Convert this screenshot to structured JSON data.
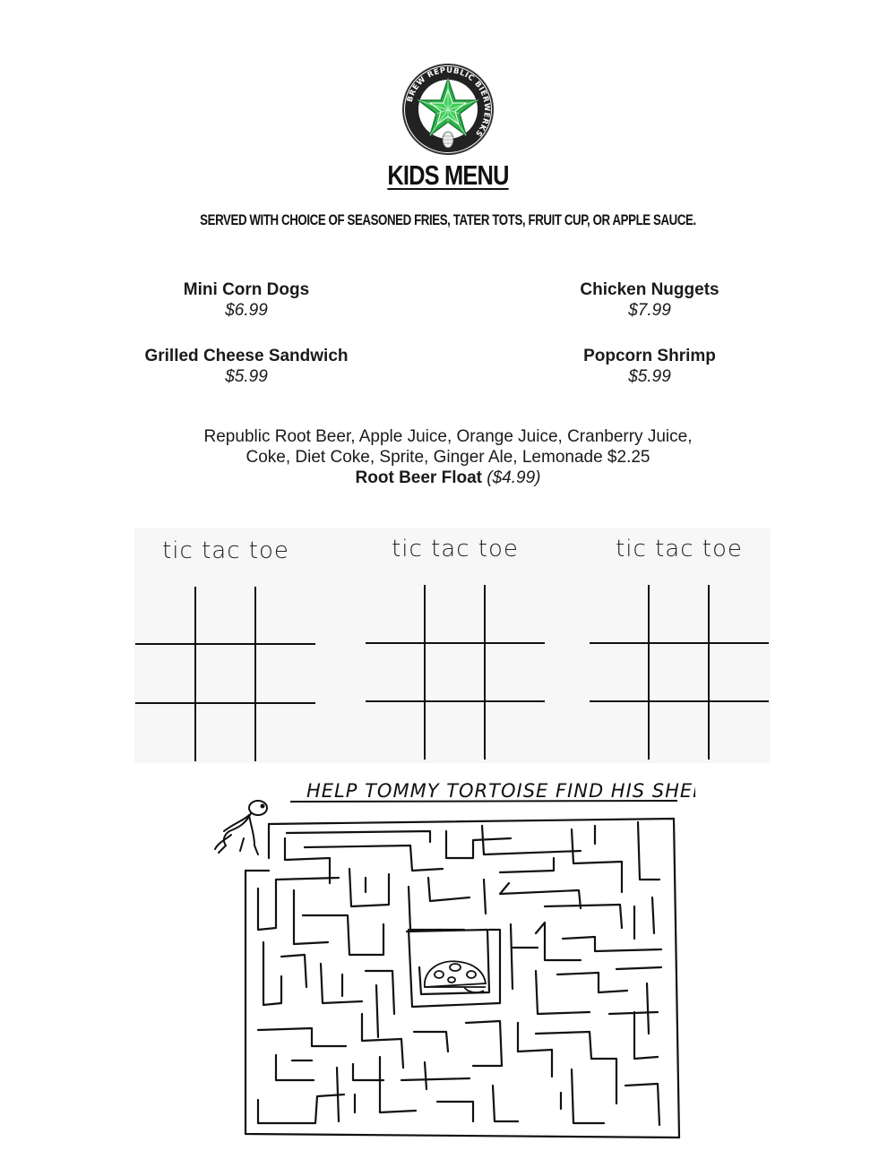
{
  "logo": {
    "text": "BREW REPUBLIC BIERWERKS",
    "colors": {
      "star": "#2db34a",
      "ring": "#ffffff",
      "border": "#333333",
      "hop": "#e6e6e6"
    }
  },
  "menu": {
    "title": "KIDS MENU",
    "subtitle": "SERVED WITH CHOICE OF SEASONED FRIES, TATER TOTS, FRUIT CUP, OR APPLE SAUCE.",
    "items": [
      {
        "name": "Mini Corn Dogs",
        "price": "$6.99"
      },
      {
        "name": "Chicken Nuggets",
        "price": "$7.99"
      },
      {
        "name": "Grilled Cheese Sandwich",
        "price": "$5.99"
      },
      {
        "name": "Popcorn Shrimp",
        "price": "$5.99"
      }
    ]
  },
  "drinks": {
    "line1": "Republic Root Beer, Apple Juice, Orange Juice, Cranberry Juice,",
    "line2": "Coke, Diet Coke, Sprite, Ginger Ale, Lemonade $2.25",
    "float_name": "Root Beer Float",
    "float_price": "($4.99)"
  },
  "games": {
    "tic_tac_toe": [
      "tic tac toe",
      "tic tac toe",
      "tic tac toe"
    ],
    "maze_title": "HELP TOMMY TORTOISE FIND HIS SHELL."
  }
}
